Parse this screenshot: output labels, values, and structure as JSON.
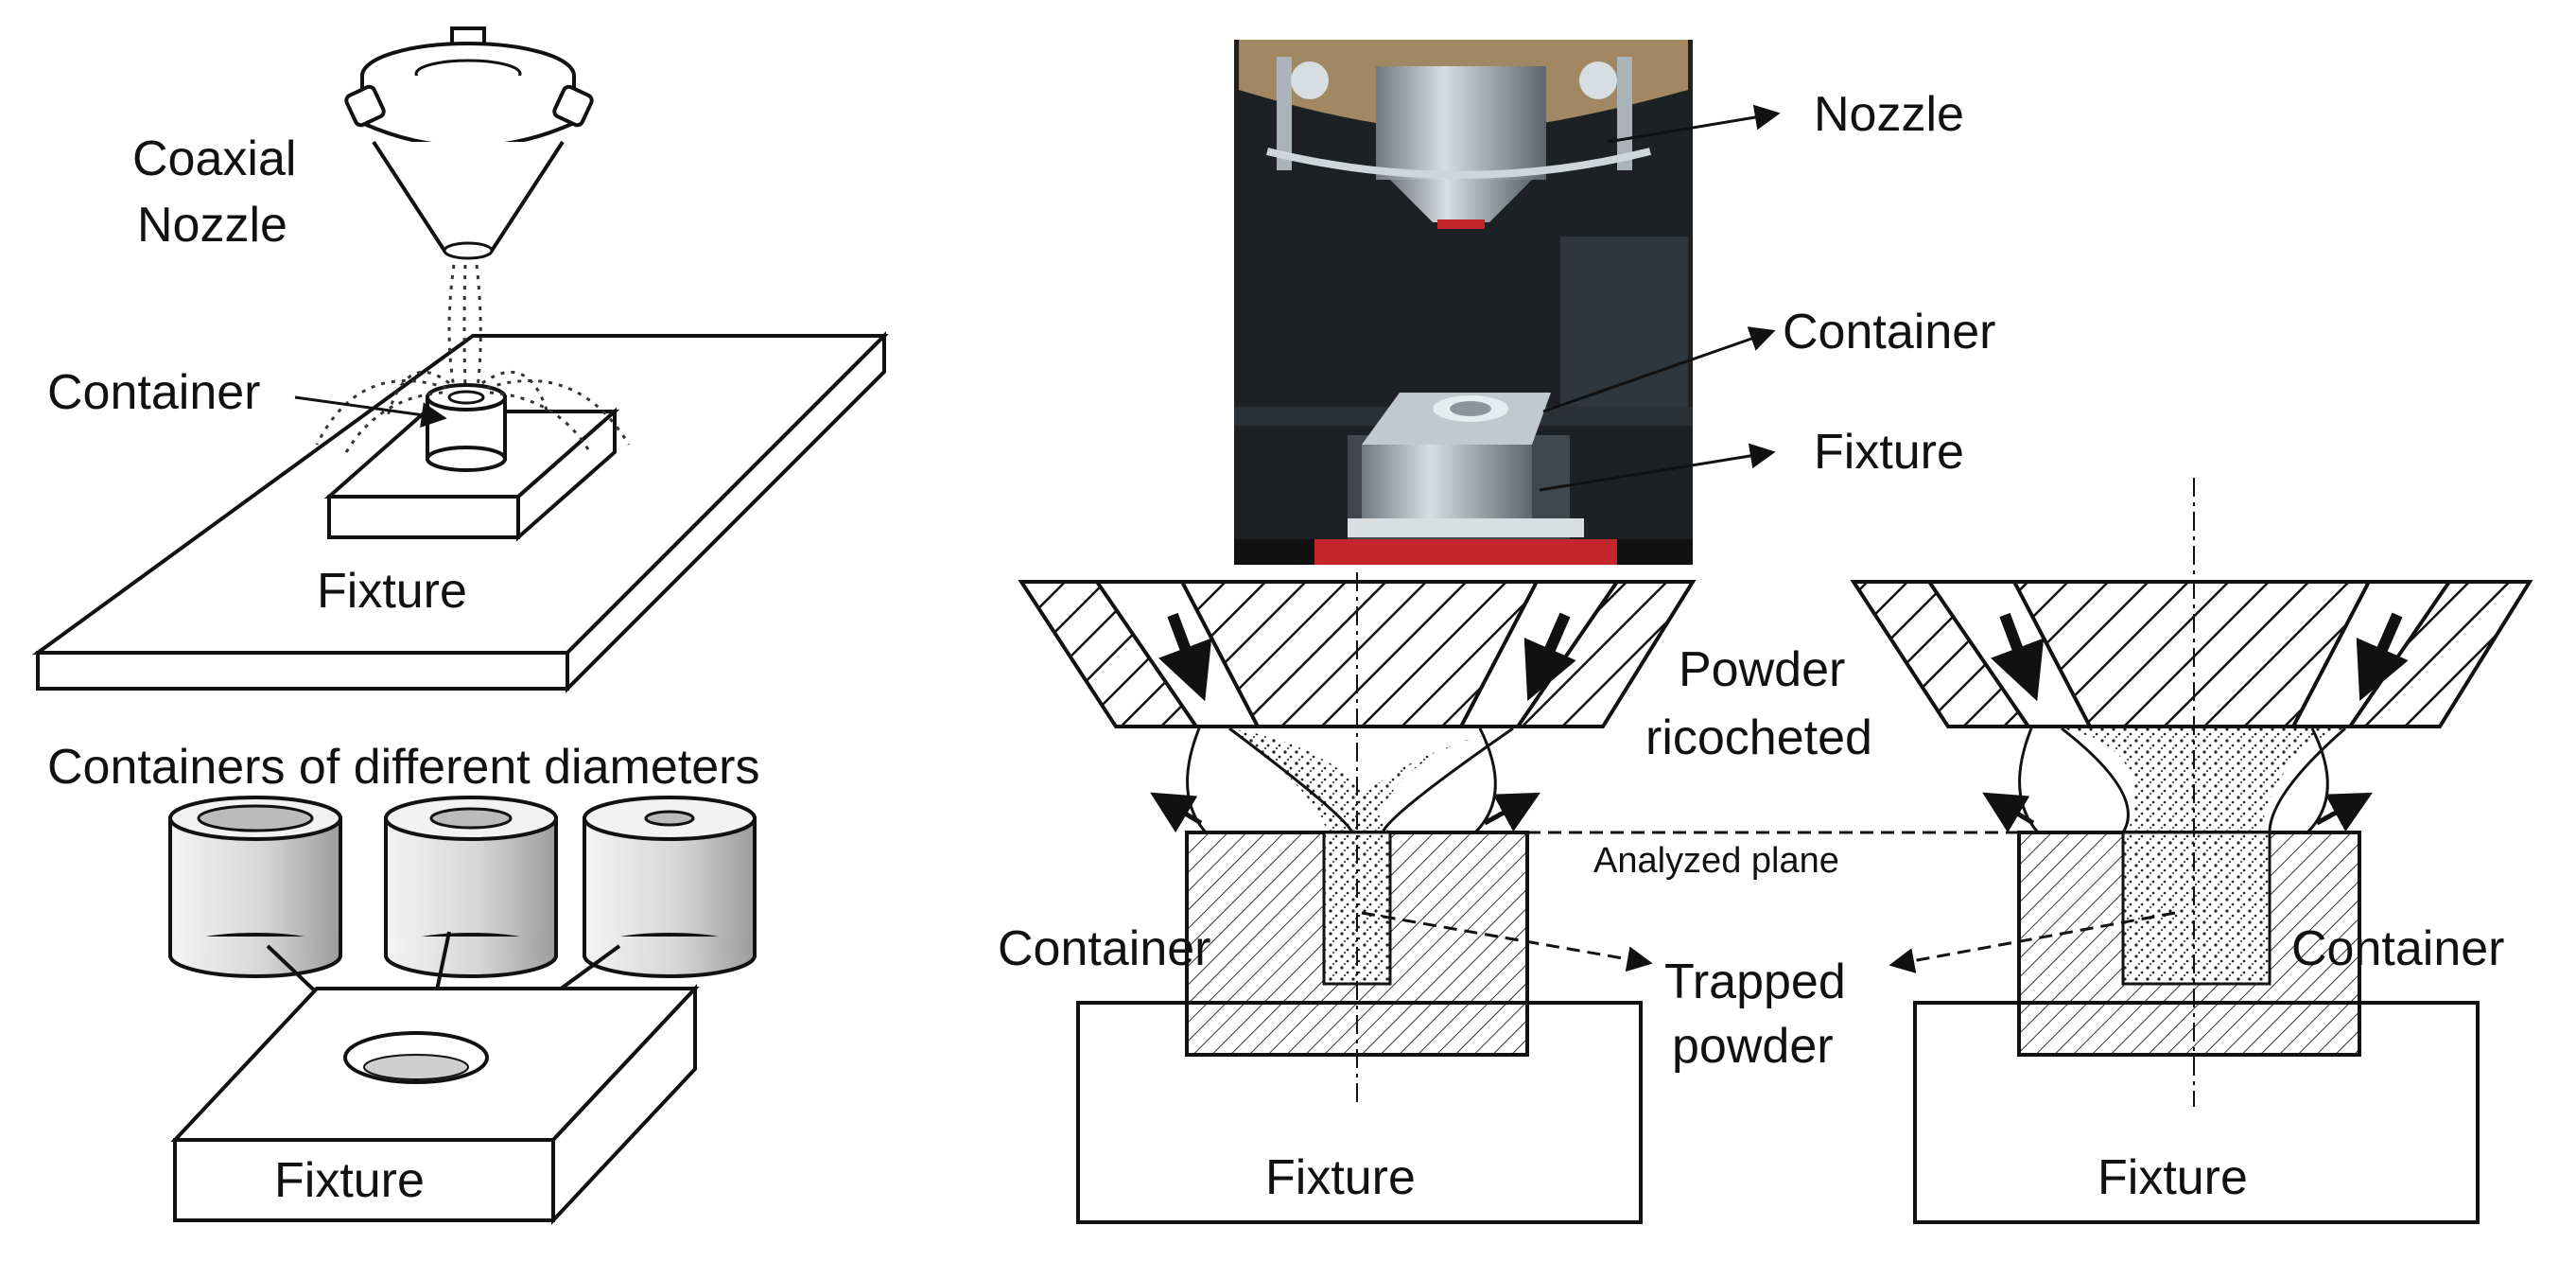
{
  "labels": {
    "coaxial_nozzle_line1": "Coaxial",
    "coaxial_nozzle_line2": "Nozzle",
    "container_left": "Container",
    "fixture_top_left": "Fixture",
    "containers_diff_diameters": "Containers of different diameters",
    "fixture_bottom_left": "Fixture",
    "nozzle_photo": "Nozzle",
    "container_photo": "Container",
    "fixture_photo": "Fixture",
    "powder_ricocheted_line1": "Powder",
    "powder_ricocheted_line2": "ricocheted",
    "analyzed_plane": "Analyzed plane",
    "container_mid_left": "Container",
    "container_mid_right": "Container",
    "trapped_powder_line1": "Trapped",
    "trapped_powder_line2": "powder",
    "fixture_mid_left": "Fixture",
    "fixture_mid_right": "Fixture"
  },
  "colors": {
    "stroke": "#111111",
    "cylinder_light": "#f2f2f2",
    "cylinder_dark": "#a9a9a9",
    "photo_background": "#1d2124",
    "photo_metal": "#b9c3c8",
    "photo_red_base": "#c4262c"
  }
}
